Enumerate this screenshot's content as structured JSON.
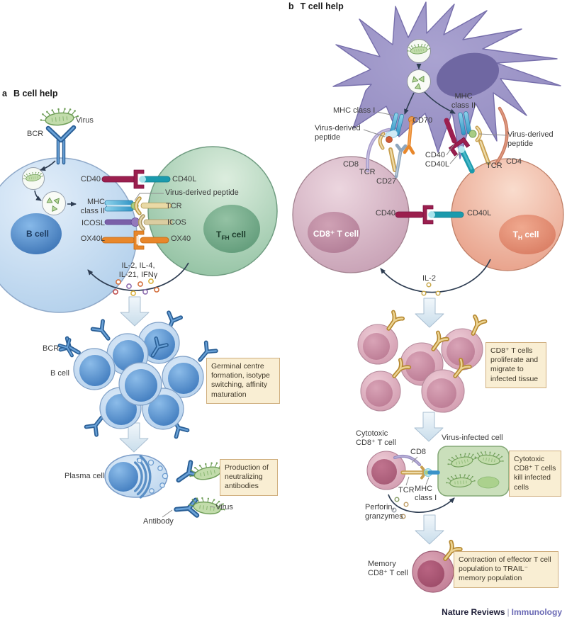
{
  "panel_a": {
    "tag": "a",
    "title": "B cell help",
    "virus_top": "Virus",
    "bcr": "BCR",
    "cd40": "CD40",
    "cd40l": "CD40L",
    "virus_derived_peptide": "Virus-derived peptide",
    "mhc_line1": "MHC",
    "mhc_line2": "class II",
    "tcr": "TCR",
    "icosl": "ICOSL",
    "icos": "ICOS",
    "ox40l": "OX40L",
    "ox40": "OX40",
    "b_cell": "B cell",
    "tfh_t": "T",
    "tfh_sub": "FH",
    "tfh_rest": " cell",
    "cytokines_line1": "IL-2, IL-4,",
    "cytokines_line2": "IL-21, IFNγ",
    "gc_bcr": "BCR",
    "gc_b_cell": "B cell",
    "germinal_box": "Germinal centre formation, isotype switching, affinity maturation",
    "plasma_cell": "Plasma cell",
    "production_box": "Production of neutralizing antibodies",
    "antibody": "Antibody",
    "virus_bottom": "Virus"
  },
  "panel_b": {
    "tag": "b",
    "title": "T cell help",
    "mhc_class_i": "MHC class I",
    "vdp_left_line1": "Virus-derived",
    "vdp_left_line2": "peptide",
    "cd70": "CD70",
    "mhc_ii_line1": "MHC",
    "mhc_ii_line2": "class II",
    "cd40_upper": "CD40",
    "cd40l_upper": "CD40L",
    "vdp_right_line1": "Virus-derived",
    "vdp_right_line2": "peptide",
    "cd8": "CD8",
    "tcr_left": "TCR",
    "cd27": "CD27",
    "tcr_right": "TCR",
    "cd4": "CD4",
    "cd8_t_cell": "CD8⁺ T cell",
    "th_t": "T",
    "th_sub": "H",
    "th_rest": " cell",
    "cd40_mid": "CD40",
    "cd40l_mid": "CD40L",
    "il2": "IL-2",
    "proliferate_box": "CD8⁺ T cells proliferate and migrate to infected tissue",
    "cytotoxic_line1": "Cytotoxic",
    "cytotoxic_line2": "CD8⁺ T cell",
    "cd8_small": "CD8",
    "virus_infected_cell": "Virus-infected cell",
    "kill_box": "Cytotoxic CD8⁺ T cells kill infected cells",
    "tcr_bottom": "TCR",
    "mhc_i_line1": "MHC",
    "mhc_i_line2": "class I",
    "perforin_line1": "Perforin,",
    "perforin_line2": "granzymes",
    "memory_line1": "Memory",
    "memory_line2": "CD8⁺ T cell",
    "contraction_box": "Contraction of effector T cell population to TRAIL⁻ memory population"
  },
  "footer": {
    "journal": "Nature Reviews",
    "separator": "|",
    "field": "Immunology"
  },
  "colors": {
    "cd40_maroon": "#9b1f4e",
    "cd40l_teal": "#1b9aad",
    "mhc_cyan": "#4aa8d8",
    "tcr_gold": "#d8b860",
    "icosl_purple": "#7a5fa8",
    "ox40_orange": "#e8872b",
    "b_cell_blue": "#aecdea",
    "tfh_green": "#92c2a2",
    "dendritic_purple": "#9c95c6",
    "cd8_mauve": "#c49cb1",
    "th_salmon": "#e79a82",
    "infected_green": "#cadfbb",
    "annotation_box_bg": "#f9eed3",
    "journal_blue": "#6b6ab5"
  }
}
